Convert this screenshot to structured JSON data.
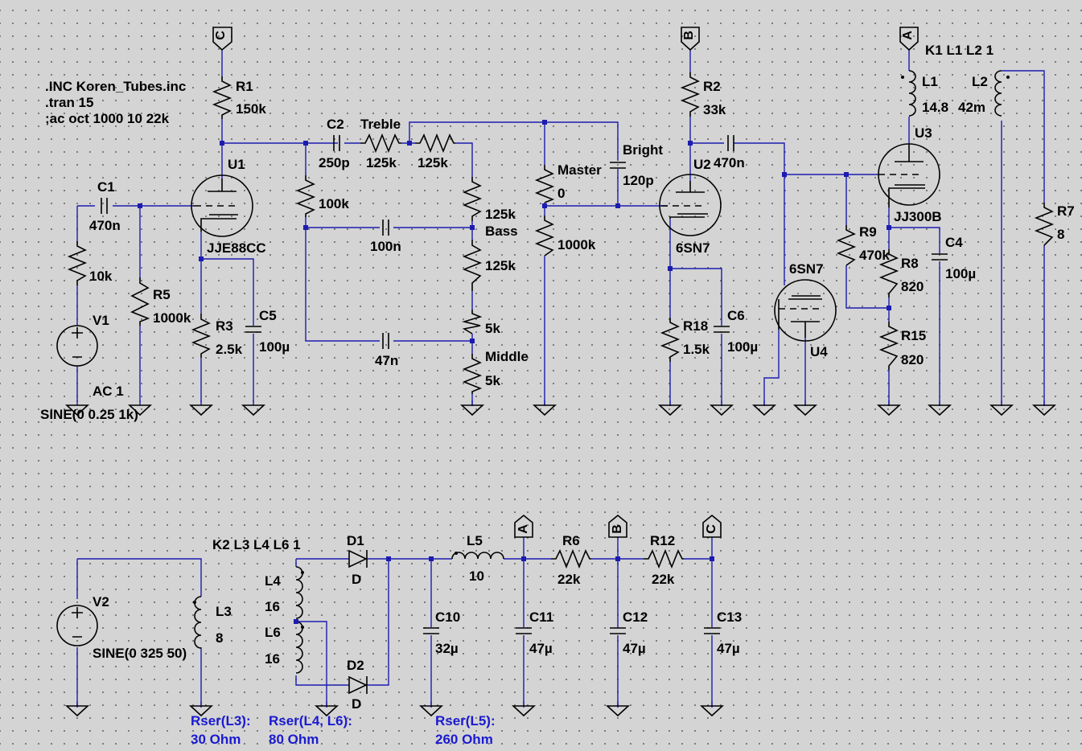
{
  "directives": {
    "include": ".INC Koren_Tubes.inc",
    "tran": ".tran 15",
    "ac": ";ac oct 1000 10 22k",
    "k1": "K1 L1 L2 1",
    "k2": "K2 L3 L4 L6 1"
  },
  "ports": {
    "a": "A",
    "b": "B",
    "c": "C"
  },
  "components": {
    "r1": {
      "name": "R1",
      "value": "150k"
    },
    "r2": {
      "name": "R2",
      "value": "33k"
    },
    "r3": {
      "name": "R3",
      "value": "2.5k"
    },
    "r5": {
      "name": "R5",
      "value": "1000k"
    },
    "r7": {
      "name": "R7",
      "value": "8"
    },
    "r8": {
      "name": "R8",
      "value": "820"
    },
    "r9": {
      "name": "R9",
      "value": "470k"
    },
    "r15": {
      "name": "R15",
      "value": "820"
    },
    "r18": {
      "name": "R18",
      "value": "1.5k"
    },
    "r6": {
      "name": "R6",
      "value": "22k"
    },
    "r12": {
      "name": "R12",
      "value": "22k"
    },
    "rin": {
      "value": "10k"
    },
    "r100k": {
      "value": "100k"
    },
    "r1000k": {
      "value": "1000k"
    },
    "treble": {
      "name": "Treble",
      "a": "125k",
      "b": "125k"
    },
    "bass": {
      "name": "Bass",
      "a": "125k",
      "b": "125k"
    },
    "middle": {
      "name": "Middle",
      "a": "5k",
      "b": "5k"
    },
    "master": {
      "name": "Master",
      "value": "0"
    },
    "bright": {
      "name": "Bright",
      "value": "120p"
    },
    "c1": {
      "name": "C1",
      "value": "470n"
    },
    "c2": {
      "name": "C2",
      "value": "250p"
    },
    "c4": {
      "name": "C4",
      "value": "100µ"
    },
    "c5": {
      "name": "C5",
      "value": "100µ"
    },
    "c6": {
      "name": "C6",
      "value": "100µ"
    },
    "c100n": {
      "value": "100n"
    },
    "c47n": {
      "value": "47n"
    },
    "c470n2": {
      "value": "470n"
    },
    "c10": {
      "name": "C10",
      "value": "32µ"
    },
    "c11": {
      "name": "C11",
      "value": "47µ"
    },
    "c12": {
      "name": "C12",
      "value": "47µ"
    },
    "c13": {
      "name": "C13",
      "value": "47µ"
    },
    "l1": {
      "name": "L1",
      "value": "14.8"
    },
    "l2": {
      "name": "L2",
      "value": "42m"
    },
    "l3": {
      "name": "L3",
      "value": "8"
    },
    "l4": {
      "name": "L4",
      "value": "16"
    },
    "l5": {
      "name": "L5",
      "value": "10"
    },
    "l6": {
      "name": "L6",
      "value": "16"
    },
    "d1": {
      "name": "D1",
      "value": "D"
    },
    "d2": {
      "name": "D2",
      "value": "D"
    },
    "u1": {
      "name": "U1",
      "value": "JJE88CC"
    },
    "u2": {
      "name": "U2",
      "value": "6SN7"
    },
    "u3": {
      "name": "U3",
      "value": "JJ300B"
    },
    "u4": {
      "name": "U4",
      "value": "6SN7"
    },
    "v1": {
      "name": "V1",
      "ac": "AC 1",
      "value": "SINE(0 0.25 1k)"
    },
    "v2": {
      "name": "V2",
      "value": "SINE(0 325 50)"
    }
  },
  "notes": {
    "l3": {
      "title": "Rser(L3):",
      "value": "30 Ohm"
    },
    "l46": {
      "title": "Rser(L4, L6):",
      "value": "80 Ohm"
    },
    "l5": {
      "title": "Rser(L5):",
      "value": "260 Ohm"
    }
  }
}
